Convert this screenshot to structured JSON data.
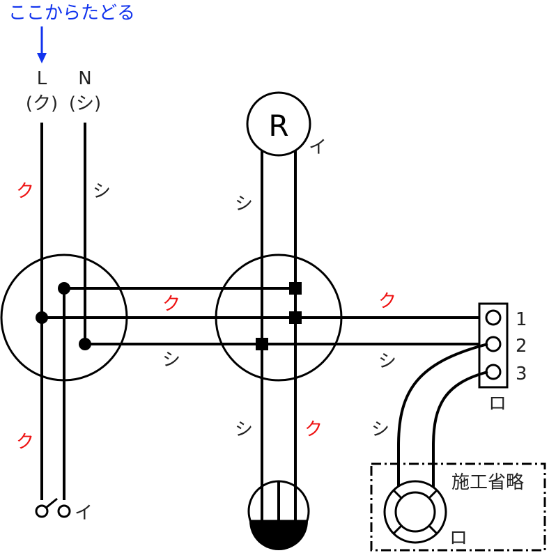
{
  "start_label": "ここからたどる",
  "source": {
    "l_label": "L",
    "l_sub": "(ク)",
    "n_label": "N",
    "n_sub": "(シ)"
  },
  "colors": {
    "black_wire": "#ee1111",
    "white_wire": "#222222",
    "arrow": "#1133ee"
  },
  "wire_labels": {
    "main_black_upper": "ク",
    "main_white_upper": "シ",
    "main_black_lower": "ク",
    "junction_black_mid": "ク",
    "junction_white_mid": "シ",
    "right_black": "ク",
    "right_white": "シ",
    "drop_white_upper": "シ",
    "drop_white_lower": "シ",
    "drop_black_lower": "ク",
    "outlet_white": "シ"
  },
  "lamp": {
    "symbol": "R",
    "tag": "イ"
  },
  "switch_tag": "イ",
  "terminal": {
    "numbers": [
      "1",
      "2",
      "3"
    ],
    "tag": "ロ"
  },
  "omitted_label": "施工省略",
  "fixture_tag": "ロ"
}
